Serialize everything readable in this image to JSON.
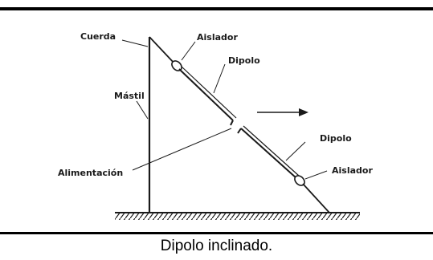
{
  "diagram": {
    "labels": {
      "cuerda": "Cuerda",
      "aislador_top": "Aislador",
      "dipolo_top": "Dipolo",
      "mastil": "Mástil",
      "dipolo_bottom": "Dipolo",
      "alimentacion": "Alimentación",
      "aislador_bottom": "Aislador"
    }
  },
  "caption": "Dipolo inclinado."
}
